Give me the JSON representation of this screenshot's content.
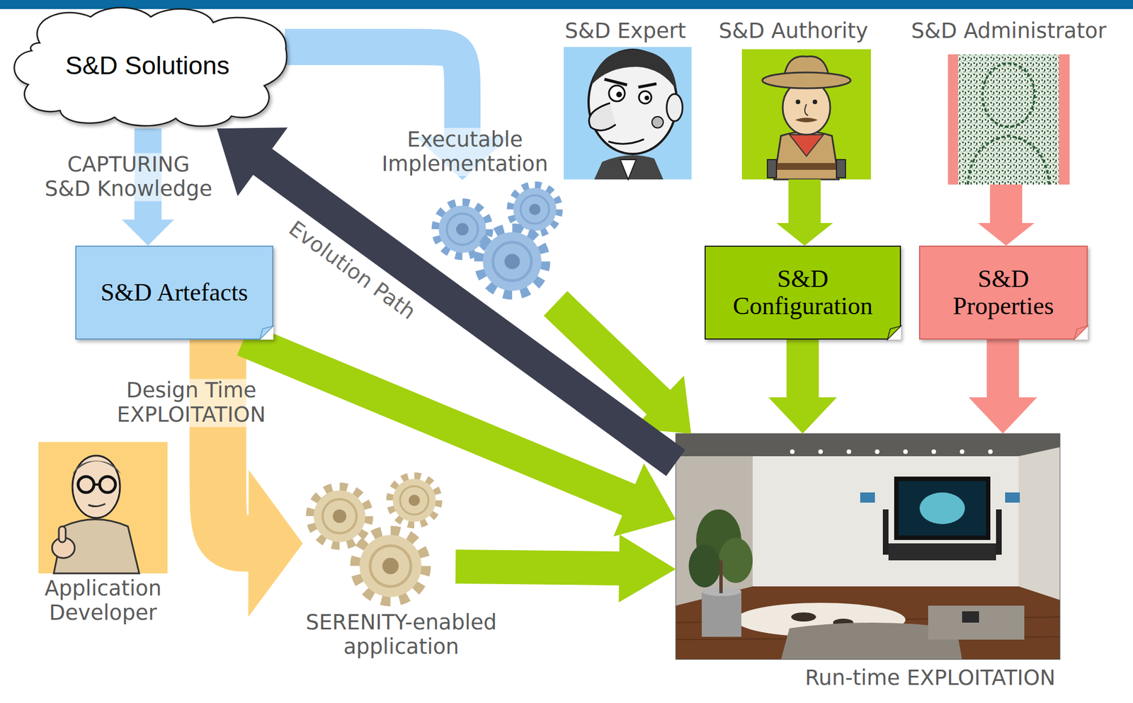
{
  "diagram": {
    "nodes": [
      {
        "text": [
          "S&D Solutions"
        ]
      },
      {
        "text": [
          "S&D Expert"
        ]
      },
      {
        "text": [
          "S&D Authority"
        ]
      },
      {
        "text": [
          "S&D Administrator"
        ]
      },
      {
        "text": [
          "Executable Implementation"
        ]
      },
      {
        "text": [
          "S&D Artefacts"
        ]
      },
      {
        "text": [
          "S&D Configuration"
        ]
      },
      {
        "text": [
          "S&D Properties"
        ]
      },
      {
        "text": [
          "Application Developer"
        ]
      },
      {
        "text": [
          "SERENITY-enabled application"
        ]
      },
      {
        "text": [
          "Run-time EXPLOITATION"
        ]
      }
    ],
    "edges": [
      {
        "from": 0,
        "to": 5,
        "label": "CAPTURING S&D Knowledge",
        "arrow": "to"
      },
      {
        "from": 0,
        "to": 4,
        "arrow": "to"
      },
      {
        "from": 5,
        "to": 9,
        "label": "Design Time EXPLOITATION",
        "arrow": "to"
      },
      {
        "from": 4,
        "to": 10,
        "arrow": "to"
      },
      {
        "from": 5,
        "to": 10,
        "arrow": "to"
      },
      {
        "from": 9,
        "to": 10,
        "arrow": "to"
      },
      {
        "from": 2,
        "to": 6,
        "arrow": "to"
      },
      {
        "from": 6,
        "to": 10,
        "arrow": "to"
      },
      {
        "from": 3,
        "to": 7,
        "arrow": "to"
      },
      {
        "from": 7,
        "to": 10,
        "arrow": "to"
      },
      {
        "from": 10,
        "to": 0,
        "label": "Evolution Path",
        "arrow": "to"
      }
    ]
  }
}
